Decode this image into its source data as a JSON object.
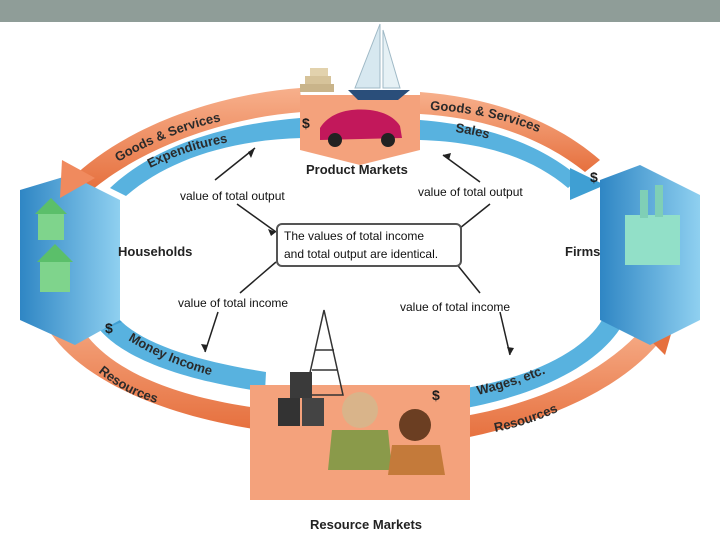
{
  "nodes": {
    "product_markets": "Product Markets",
    "resource_markets": "Resource Markets",
    "households": "Households",
    "firms": "Firms"
  },
  "flows": {
    "top_outer_left": "Goods & Services",
    "top_inner_left": "Expenditures",
    "top_outer_right": "Goods & Services",
    "top_inner_right": "Sales",
    "bottom_inner_left": "Money Income",
    "bottom_outer_left": "Resources",
    "bottom_inner_right": "Wages, etc.",
    "bottom_outer_right": "Resources"
  },
  "links": {
    "upper_left": "value of total output",
    "upper_right": "value of total output",
    "lower_left": "value of total income",
    "lower_right": "value of total income"
  },
  "center_box": {
    "line1": "The values of total income",
    "line2": "and total output are identical."
  },
  "dollar_sign": "$",
  "colors": {
    "outer_flow": "#ef8a5e",
    "inner_flow": "#4aa7d8",
    "market_box": "#f4a27c",
    "topbar": "#8f9d98"
  }
}
